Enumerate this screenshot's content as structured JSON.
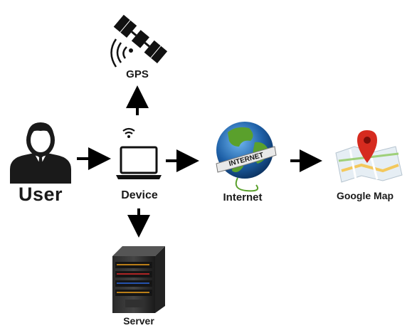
{
  "nodes": {
    "user": {
      "label": "User",
      "icon": "user-icon"
    },
    "device": {
      "label": "Device",
      "icon": "laptop-icon"
    },
    "gps": {
      "label": "GPS",
      "icon": "satellite-icon"
    },
    "internet": {
      "label": "Internet",
      "icon": "globe-icon",
      "banner_text": "INTERNET"
    },
    "google_map": {
      "label": "Google Map",
      "icon": "map-pin-icon"
    },
    "server": {
      "label": "Server",
      "icon": "server-icon"
    }
  },
  "edges": [
    {
      "from": "user",
      "to": "device"
    },
    {
      "from": "device",
      "to": "gps"
    },
    {
      "from": "device",
      "to": "internet"
    },
    {
      "from": "internet",
      "to": "google_map"
    },
    {
      "from": "device",
      "to": "server"
    }
  ],
  "colors": {
    "arrow": "#000000",
    "label": "#1a1a1a",
    "pin": "#d62b1f",
    "globe_ocean": "#1d5fa6",
    "globe_land": "#5aa02c"
  }
}
